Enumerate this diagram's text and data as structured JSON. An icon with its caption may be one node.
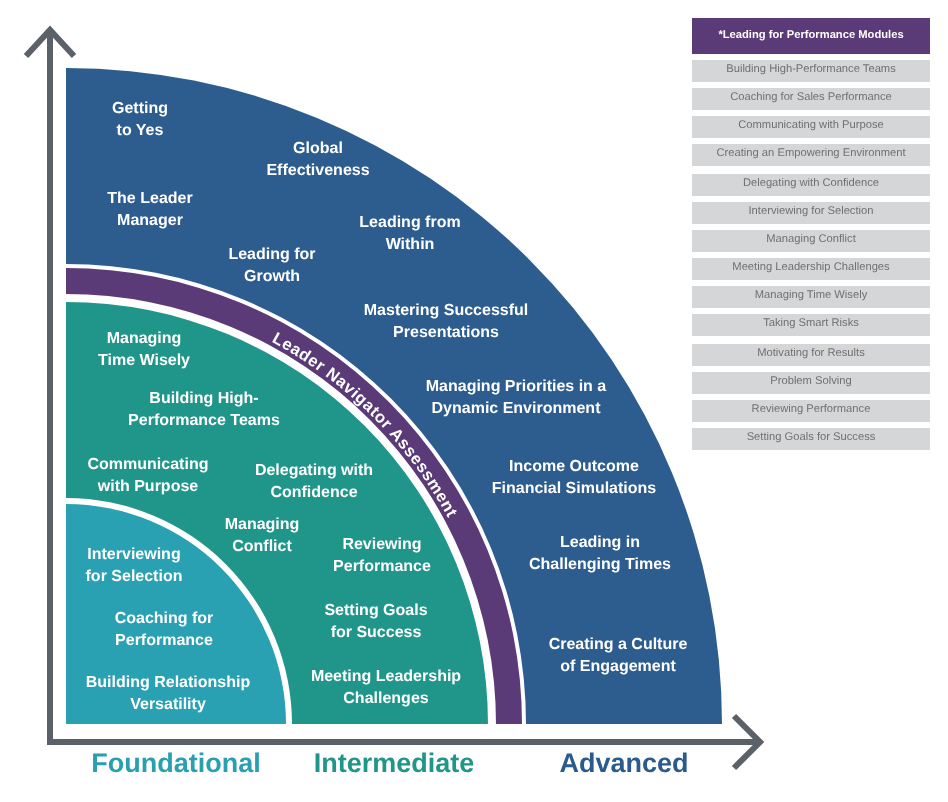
{
  "diagram": {
    "nodes": [
      {
        "text": [
          "Getting to Yes",
          "Global Effectiveness",
          "The Leader Manager",
          "Leading from Within",
          "Leading for Growth",
          "Mastering Successful Presentations",
          "Managing Priorities in a Dynamic Environment",
          "Income Outcome Financial Simulations",
          "Leading in Challenging Times",
          "Creating a Culture of Engagement"
        ]
      },
      {
        "text": [
          "Leader Navigator Assessment"
        ],
        "in": 0
      },
      {
        "text": [
          "Managing Time Wisely",
          "Building High-Performance Teams",
          "Communicating with Purpose",
          "Delegating with Confidence",
          "Managing Conflict",
          "Reviewing Performance",
          "Setting Goals for Success",
          "Meeting Leadership Challenges"
        ],
        "in": 0
      },
      {
        "text": [
          "Interviewing for Selection",
          "Coaching for Performance",
          "Building Relationship Versatility"
        ],
        "in": 2
      }
    ],
    "labels": [
      "*Leading for Performance Modules",
      "Building High-Performance Teams",
      "Coaching for Sales Performance",
      "Communicating with Purpose",
      "Creating an Empowering Environment",
      "Delegating with Confidence",
      "Interviewing for Selection",
      "Managing Conflict",
      "Meeting Leadership Challenges",
      "Managing Time Wisely",
      "Taking Smart Risks",
      "Motivating for Results",
      "Problem Solving",
      "Reviewing Performance",
      "Setting Goals for Success",
      "Foundational",
      "Intermediate",
      "Advanced"
    ]
  }
}
